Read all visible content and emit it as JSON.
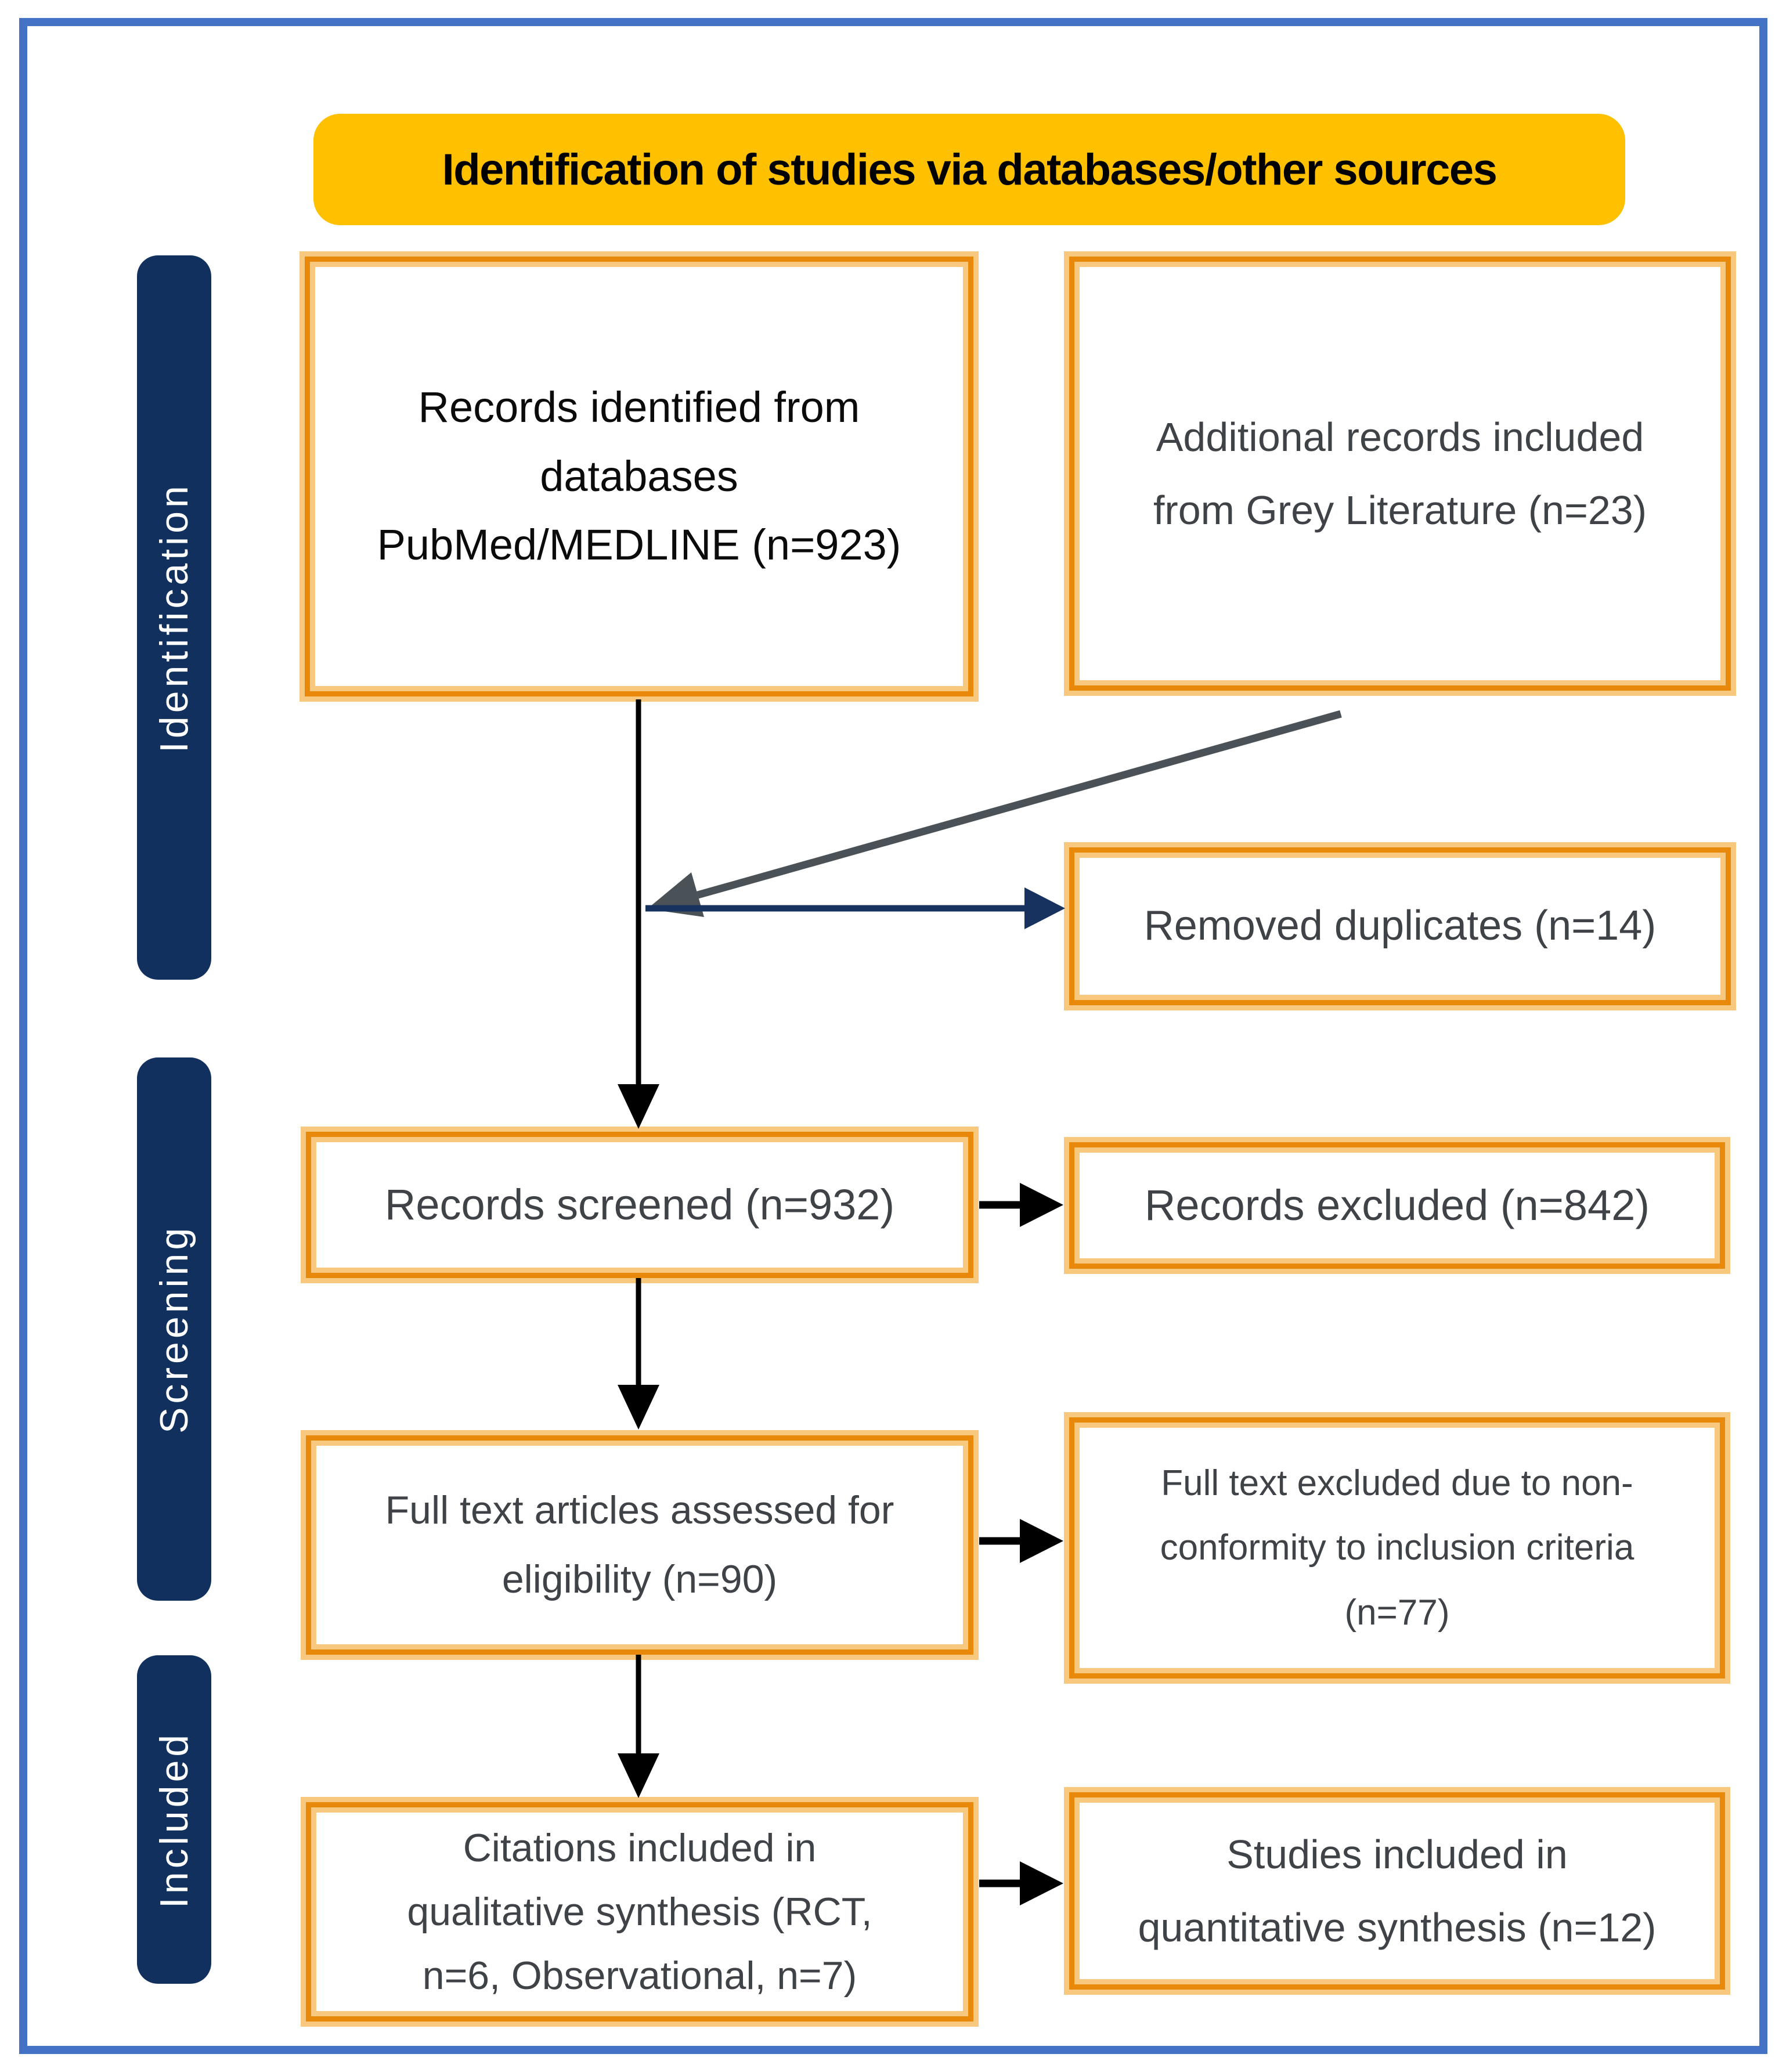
{
  "header": {
    "title": "Identification of studies via databases/other sources"
  },
  "stages": [
    {
      "label": "Identification"
    },
    {
      "label": "Screening"
    },
    {
      "label": "Included"
    }
  ],
  "boxes": {
    "records_identified": {
      "text": "Records identified from\ndatabases\nPubMed/MEDLINE (n=923)"
    },
    "grey_literature": {
      "text": "Additional records included\nfrom Grey Literature (n=23)"
    },
    "removed_duplicates": {
      "text": "Removed duplicates (n=14)"
    },
    "records_screened": {
      "text": "Records screened (n=932)"
    },
    "records_excluded": {
      "text": "Records excluded (n=842)"
    },
    "fulltext_assessed": {
      "text": "Full text articles assessed for\neligibility (n=90)"
    },
    "fulltext_excluded": {
      "text": "Full text excluded due to non-\nconformity to inclusion criteria\n(n=77)"
    },
    "citations_included": {
      "text": "Citations included in\nqualitative synthesis (RCT,\nn=6, Observational, n=7)"
    },
    "studies_included": {
      "text": "Studies included in\nquantitative synthesis (n=12)"
    }
  },
  "counts": {
    "records_identified": 923,
    "grey_literature": 23,
    "removed_duplicates": 14,
    "records_screened": 932,
    "records_excluded": 842,
    "fulltext_assessed": 90,
    "fulltext_excluded": 77,
    "qualitative_rct": 6,
    "qualitative_observational": 7,
    "quantitative_included": 12
  },
  "colors": {
    "banner_bg": "#FFC000",
    "box_border": "#E8890B",
    "box_border_light": "#F8C87E",
    "tab_bg": "#12305E",
    "frame": "#4472C4",
    "arrow_black": "#000000",
    "arrow_navy": "#17325F",
    "arrow_gray": "#4A5258",
    "text_black": "#0B0B0B",
    "text_gray": "#3F4347"
  }
}
